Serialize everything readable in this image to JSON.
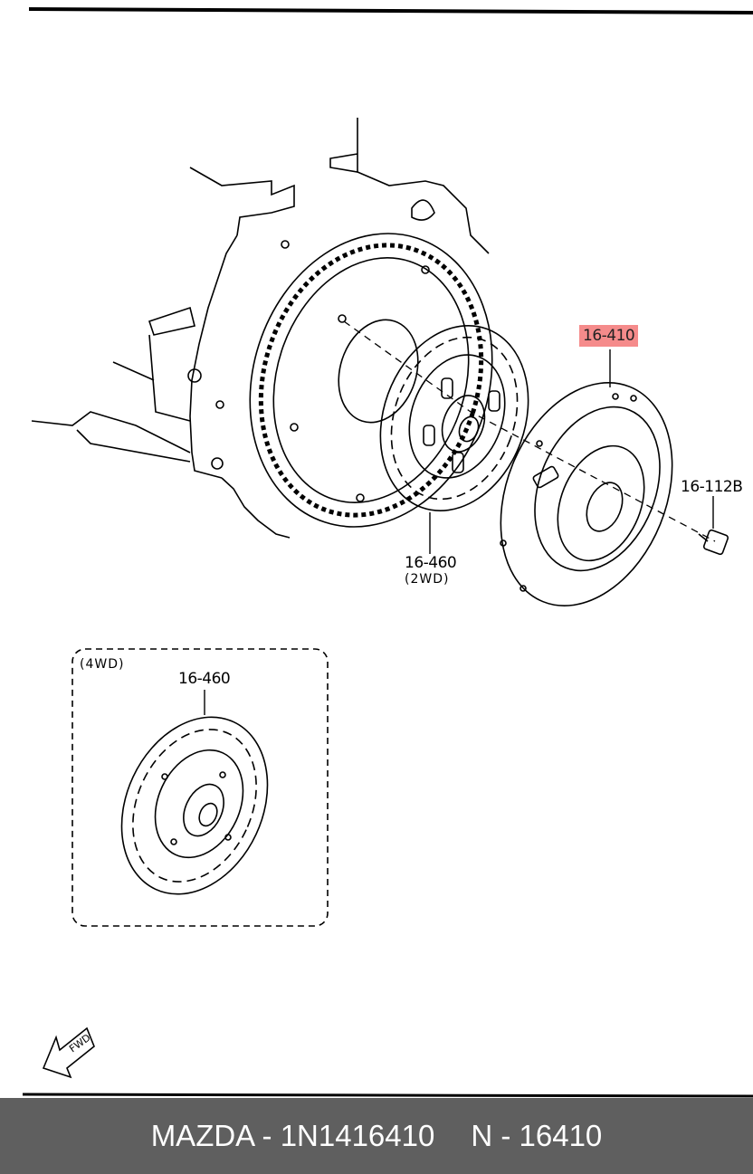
{
  "callouts": {
    "pressure_plate": "16-410",
    "clutch_disc_2wd": "16-460",
    "clutch_disc_2wd_note": "(2WD)",
    "bolt": "16-112B",
    "box_note": "(4WD)",
    "clutch_disc_4wd": "16-460"
  },
  "fwd_label": "FWD",
  "highlight_color": "#f58b8b",
  "footer": {
    "part_text": "MAZDA - 1N1416410",
    "ref_text": "N - 16410"
  }
}
